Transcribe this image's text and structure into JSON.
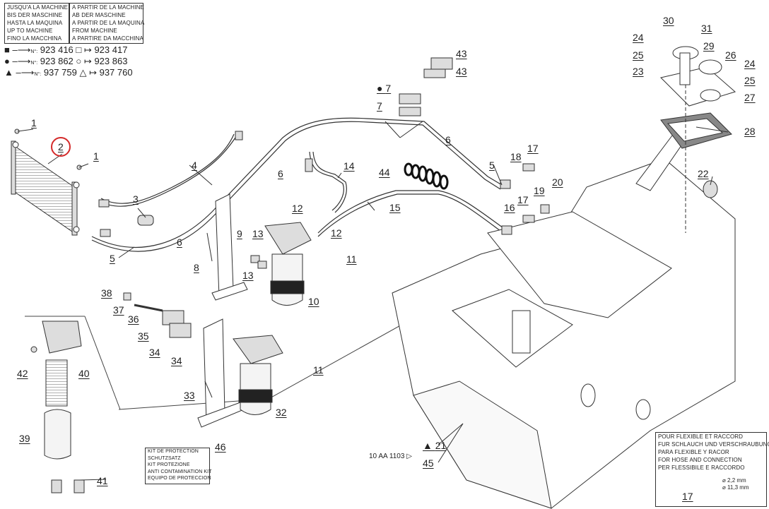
{
  "legend_up_to": [
    "JUSQU'A LA MACHINE",
    "BIS DER MASCHINE",
    "HASTA LA MAQUINA",
    "UP TO MACHINE",
    "FINO LA MACCHINA"
  ],
  "legend_from": [
    "A PARTIR DE LA MACHINE",
    "AB DER MASCHINE",
    "A PARTIR DE LA MAQUINA",
    "FROM MACHINE",
    "A PARTIRE DA MACCHINA"
  ],
  "serials": [
    {
      "sym_to": "■",
      "up_to": "923 416",
      "sym_from": "□",
      "from": "923 417"
    },
    {
      "sym_to": "●",
      "up_to": "923 862",
      "sym_from": "○",
      "from": "923 863"
    },
    {
      "sym_to": "▲",
      "up_to": "937 759",
      "sym_from": "△",
      "from": "937 760"
    }
  ],
  "serial_no_label": "N°:",
  "protection_kit": [
    "KIT DE PROTECTION",
    "SCHUTZSATZ",
    "KIT PROTEZIONE",
    "ANTI CONTAMINATION KIT",
    "EQUIPO DE PROTECCION"
  ],
  "hose_note": [
    "POUR FLEXIBLE ET RACCORD",
    "FUR SCHLAUCH UND VERSCHRAUBUNG",
    "PARA FLEXIBLE Y RACOR",
    "FOR HOSE AND CONNECTION",
    "PER FLESSIBILE E RACCORDO"
  ],
  "oring": {
    "callout": "17",
    "d1": "⌀ 2,2 mm",
    "d2": "⌀ 11,3 mm"
  },
  "ref_note": "10 AA 1103 ▷",
  "callouts": {
    "c1a": "1",
    "c1b": "1",
    "c2": "2",
    "c3": "3",
    "c4": "4",
    "c5a": "5",
    "c5b": "5",
    "c6a": "6",
    "c6b": "6",
    "c6c": "6",
    "c7a": "7",
    "c7b": "7",
    "c8": "8",
    "c9": "9",
    "c10": "10",
    "c11a": "11",
    "c11b": "11",
    "c12a": "12",
    "c12b": "12",
    "c13a": "13",
    "c13b": "13",
    "c14": "14",
    "c15": "15",
    "c16": "16",
    "c17a": "17",
    "c17b": "17",
    "c18": "18",
    "c19": "19",
    "c20": "20",
    "c21": "21",
    "c22": "22",
    "c23": "23",
    "c24a": "24",
    "c24b": "24",
    "c25a": "25",
    "c25b": "25",
    "c26": "26",
    "c27": "27",
    "c28": "28",
    "c29": "29",
    "c30": "30",
    "c31": "31",
    "c32": "32",
    "c33": "33",
    "c34a": "34",
    "c34b": "34",
    "c35": "35",
    "c36": "36",
    "c37": "37",
    "c38": "38",
    "c39": "39",
    "c40": "40",
    "c41": "41",
    "c42": "42",
    "c43a": "43",
    "c43b": "43",
    "c44": "44",
    "c45": "45",
    "c46": "46"
  },
  "highlight_color": "#d42a2a"
}
